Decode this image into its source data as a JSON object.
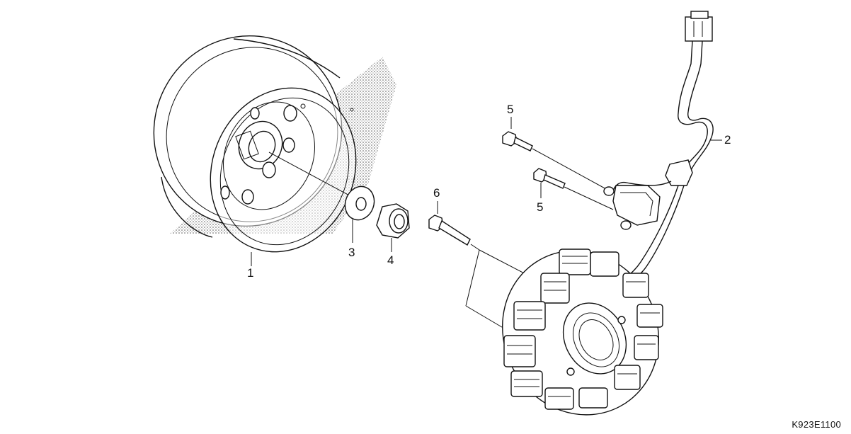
{
  "callouts": {
    "c1": "1",
    "c2": "2",
    "c3": "3",
    "c4": "4",
    "c5a": "5",
    "c5b": "5",
    "c6": "6"
  },
  "diagram_code": "K923E1100"
}
